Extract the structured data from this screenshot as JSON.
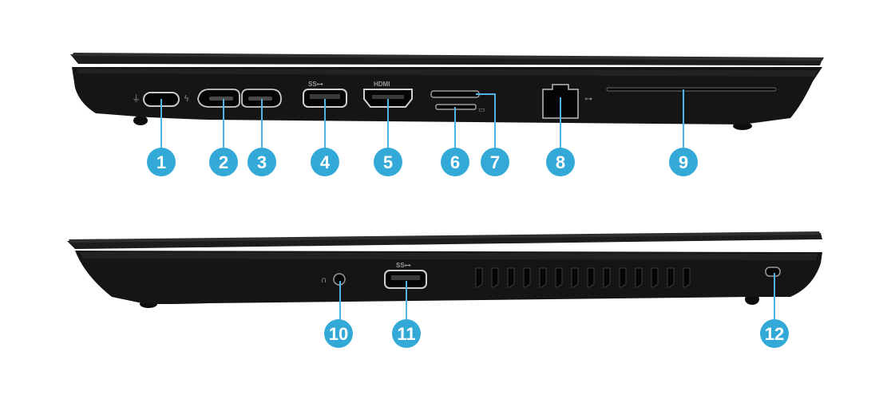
{
  "colors": {
    "chassis": "#141414",
    "chassis_edge": "#2b2b2b",
    "lid_top": "#232323",
    "port_fill": "#050505",
    "port_outline": "#bdbdbd",
    "leader_line": "#4fb5e0",
    "callout_fill": "#33a9d8",
    "callout_text": "#ffffff"
  },
  "port_labels": {
    "hdmi": "HDMI",
    "usb_a_left": "SS⊶",
    "usb_a_right": "SS⊶"
  },
  "icons": {
    "usb_c_power": "power-plug-icon",
    "thunderbolt": "lightning-bolt-icon",
    "ethernet": "network-icon",
    "headphone": "headphone-icon",
    "sd_card": "sd-card-icon"
  },
  "left_side": {
    "callouts": [
      {
        "number": "1",
        "port": "usb-c-power"
      },
      {
        "number": "2",
        "port": "thunderbolt-docking-left"
      },
      {
        "number": "3",
        "port": "thunderbolt-docking-right"
      },
      {
        "number": "4",
        "port": "usb-a"
      },
      {
        "number": "5",
        "port": "hdmi"
      },
      {
        "number": "6",
        "port": "micro-sd-slot"
      },
      {
        "number": "7",
        "port": "nano-sim-slot"
      },
      {
        "number": "8",
        "port": "ethernet-rj45"
      },
      {
        "number": "9",
        "port": "smart-card-reader"
      }
    ]
  },
  "right_side": {
    "callouts": [
      {
        "number": "10",
        "port": "audio-combo-jack"
      },
      {
        "number": "11",
        "port": "usb-a"
      },
      {
        "number": "12",
        "port": "security-lock-slot"
      }
    ]
  }
}
